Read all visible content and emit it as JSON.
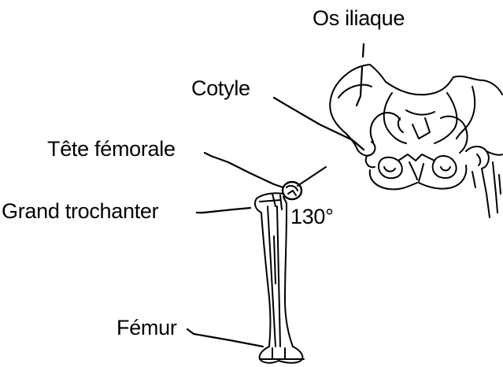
{
  "labels": {
    "os_iliaque": "Os iliaque",
    "cotyle": "Cotyle",
    "tete_femorale": "Tête fémorale",
    "grand_trochanter": "Grand trochanter",
    "angle": "130°",
    "femur": "Fémur"
  },
  "colors": {
    "line": "#000000",
    "background": "#ffffff"
  }
}
